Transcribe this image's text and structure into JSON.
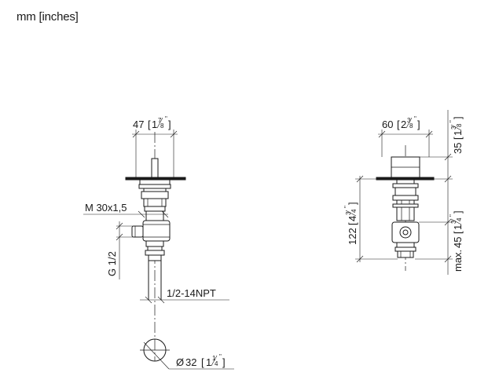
{
  "units_label": "mm [inches]",
  "front_view": {
    "width_dim": {
      "mm": "47",
      "inch_whole": "1",
      "inch_num": "7",
      "inch_den": "8"
    },
    "thread_label": "M 30x1,5",
    "connection_label": "G 1/2",
    "pipe_thread_label": "1/2-14NPT",
    "hole_dim": {
      "prefix": "Ø",
      "mm": "32",
      "inch_whole": "1",
      "inch_num": "1",
      "inch_den": "4"
    }
  },
  "side_view": {
    "width_dim": {
      "mm": "60",
      "inch_whole": "2",
      "inch_num": "3",
      "inch_den": "8"
    },
    "height_top_dim": {
      "mm": "35",
      "inch_whole": "1",
      "inch_num": "3",
      "inch_den": "8"
    },
    "body_height_dim": {
      "mm": "122",
      "inch_whole": "4",
      "inch_num": "3",
      "inch_den": "4"
    },
    "max_dim": {
      "prefix": "max.",
      "mm": "45",
      "inch_whole": "1",
      "inch_num": "3",
      "inch_den": "4"
    }
  }
}
